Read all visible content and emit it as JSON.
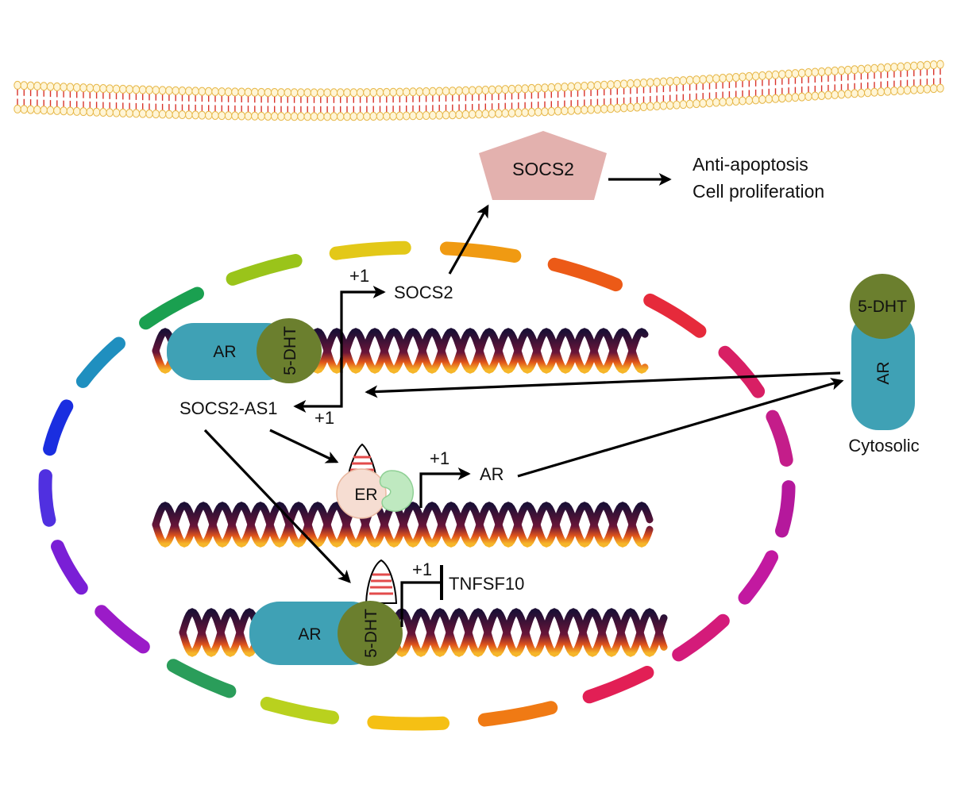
{
  "colors": {
    "membrane_head": "#f4d27a",
    "membrane_tail": "#d9342b",
    "ar_body": "#3fa1b5",
    "dht": "#6b7f2e",
    "socs2_pentagon": "#e3b1ae",
    "er_left": "#f6ddd2",
    "er_right": "#bfe9c0",
    "hairpin_stripe": "#e24b4b",
    "dna_dark": "#20123b",
    "dna_warm": "#f2a21a"
  },
  "labels": {
    "socs2_protein": "SOCS2",
    "outcome_1": "Anti-apoptosis",
    "outcome_2": "Cell proliferation",
    "socs2_gene": "SOCS2",
    "plus_one_socs2": "+1",
    "socs2_as1": "SOCS2-AS1",
    "plus_one_as1": "+1",
    "ar_top": "AR",
    "dht_top": "5-DHT",
    "er": "ER",
    "plus_one_ar": "+1",
    "ar_gene": "AR",
    "ar_bottom": "AR",
    "dht_bottom": "5-DHT",
    "plus_one_tnfsf10": "+1",
    "tnfsf10": "TNFSF10",
    "cyto_dht": "5-DHT",
    "cyto_ar": "AR",
    "cytosolic": "Cytosolic"
  }
}
